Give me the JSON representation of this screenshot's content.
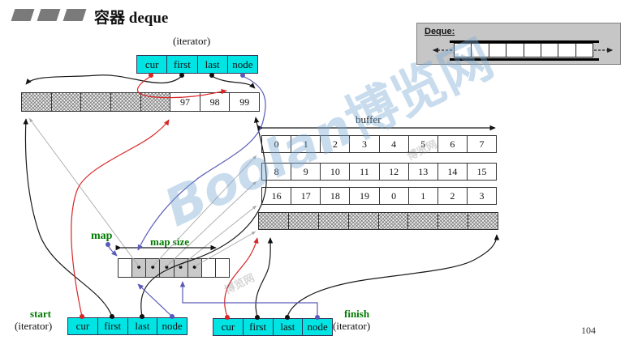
{
  "title": {
    "text": "容器 deque"
  },
  "page_number": "104",
  "inset": {
    "label": "Deque:"
  },
  "top_iterator": {
    "caption": "(iterator)",
    "fields": [
      "cur",
      "first",
      "last",
      "node"
    ]
  },
  "start_iterator": {
    "name": "start",
    "caption": "(iterator)",
    "fields": [
      "cur",
      "first",
      "last",
      "node"
    ]
  },
  "finish_iterator": {
    "name": "finish",
    "caption": "(iterator)",
    "fields": [
      "cur",
      "first",
      "last",
      "node"
    ]
  },
  "top_buffer": {
    "cells": [
      "",
      "",
      "",
      "",
      "",
      "97",
      "98",
      "99"
    ]
  },
  "buffer": {
    "label": "buffer",
    "rows": [
      [
        "0",
        "1",
        "2",
        "3",
        "4",
        "5",
        "6",
        "7"
      ],
      [
        "8",
        "9",
        "10",
        "11",
        "12",
        "13",
        "14",
        "15"
      ],
      [
        "16",
        "17",
        "18",
        "19",
        "0",
        "1",
        "2",
        "3"
      ]
    ]
  },
  "map": {
    "label": "map",
    "size_label": "map size",
    "cells": [
      "",
      "•",
      "•",
      "•",
      "•",
      "•",
      "",
      ""
    ]
  },
  "watermark": {
    "main": "Boolan",
    "cjk": "博览网"
  },
  "colors": {
    "cyan": "#00e4e4",
    "green": "#007a00",
    "red": "#d92525",
    "blue": "#5a5ab8",
    "gray_line": "#a5a5a5"
  }
}
